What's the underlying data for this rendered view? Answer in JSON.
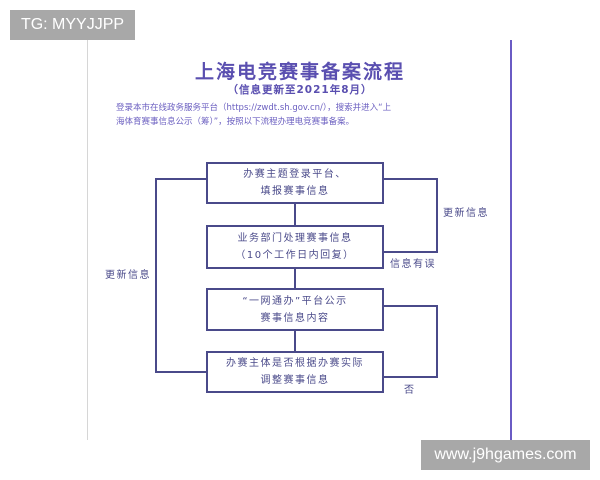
{
  "watermarks": {
    "top_left": "TG: MYYJJPP",
    "bottom_right": "www.j9hgames.com"
  },
  "header": {
    "title": "上海电竞赛事备案流程",
    "subtitle": "（信息更新至2021年8月）"
  },
  "intro": {
    "text": "登录本市在线政务服务平台（https://zwdt.sh.gov.cn/），搜索并进入“上海体育赛事信息公示（筹）”，按照以下流程办理电竞赛事备案。"
  },
  "flowchart": {
    "steps": [
      {
        "line1": "办赛主题登录平台、",
        "line2": "填报赛事信息"
      },
      {
        "line1": "业务部门处理赛事信息",
        "line2": "（10个工作日内回复）"
      },
      {
        "line1": "“一网通办”平台公示",
        "line2": "赛事信息内容"
      },
      {
        "line1": "办赛主体是否根据办赛实际",
        "line2": "调整赛事信息"
      }
    ],
    "labels": {
      "right_loop_upper": "更新信息",
      "error_label": "信息有误",
      "left_loop": "更新信息",
      "no_label": "否"
    }
  },
  "colors": {
    "title": "#5a4fb0",
    "box_border": "#4a4a8a",
    "accent_line": "#6a5bc4",
    "watermark_bg": "#a8a8a8"
  }
}
